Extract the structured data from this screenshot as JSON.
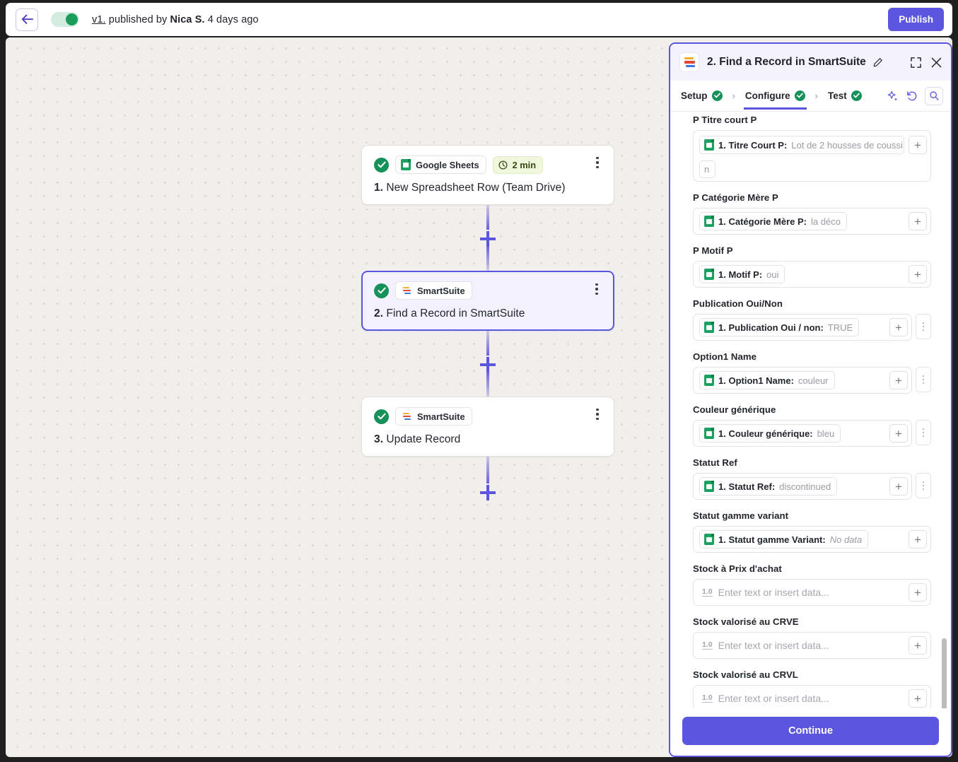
{
  "topbar": {
    "back_icon": "arrow-left-icon",
    "toggle_state": "on",
    "version": "v1.",
    "published_by": " published by ",
    "author": "Nica S.",
    "time_ago": " 4 days ago",
    "publish_label": "Publish"
  },
  "canvas": {
    "nodes": [
      {
        "status": "success",
        "app": "Google Sheets",
        "app_icon": "google-sheets-icon",
        "duration": "2 min",
        "duration_icon": "clock-icon",
        "index": "1.",
        "title": "New Spreadsheet Row (Team Drive)",
        "selected": false
      },
      {
        "status": "success",
        "app": "SmartSuite",
        "app_icon": "smartsuite-icon",
        "duration": "",
        "index": "2.",
        "title": "Find a Record in SmartSuite",
        "selected": true
      },
      {
        "status": "success",
        "app": "SmartSuite",
        "app_icon": "smartsuite-icon",
        "duration": "",
        "index": "3.",
        "title": "Update Record",
        "selected": false
      }
    ],
    "add_step_icon": "plus-icon"
  },
  "panel": {
    "logo_icon": "smartsuite-logo-icon",
    "title": "2. Find a Record in SmartSuite",
    "edit_icon": "pencil-icon",
    "expand_icon": "expand-icon",
    "close_icon": "close-icon",
    "steps": [
      {
        "label": "Setup",
        "state": "complete"
      },
      {
        "label": "Configure",
        "state": "complete"
      },
      {
        "label": "Test",
        "state": "complete"
      }
    ],
    "active_step": "Configure",
    "tools": [
      {
        "name": "ai-sparkle-icon"
      },
      {
        "name": "refresh-icon"
      },
      {
        "name": "search-icon"
      }
    ],
    "continue_label": "Continue",
    "fields": [
      {
        "label": "P Titre court P",
        "type": "token",
        "token_name": "1. Titre Court P:",
        "token_value": "Lot de 2 housses de coussi",
        "token_value_wrap": "n",
        "token_icon": "google-sheets-icon",
        "has_plus": true,
        "has_dots": false,
        "tall": true
      },
      {
        "label": "P Catégorie Mère P",
        "type": "token",
        "token_name": "1. Catégorie Mère P:",
        "token_value": "la déco",
        "token_icon": "google-sheets-icon",
        "has_plus": true,
        "has_dots": false
      },
      {
        "label": "P Motif P",
        "type": "token",
        "token_name": "1. Motif P:",
        "token_value": "oui",
        "token_icon": "google-sheets-icon",
        "has_plus": true,
        "has_dots": false
      },
      {
        "label": "Publication Oui/Non",
        "type": "token",
        "token_name": "1. Publication Oui / non:",
        "token_value": "TRUE",
        "token_icon": "google-sheets-icon",
        "has_plus": true,
        "has_dots": true
      },
      {
        "label": "Option1 Name",
        "type": "token",
        "token_name": "1. Option1 Name:",
        "token_value": "couleur",
        "token_icon": "google-sheets-icon",
        "has_plus": true,
        "has_dots": true
      },
      {
        "label": "Couleur générique",
        "type": "token",
        "token_name": "1. Couleur générique:",
        "token_value": "bleu",
        "token_icon": "google-sheets-icon",
        "has_plus": true,
        "has_dots": true
      },
      {
        "label": "Statut Ref",
        "type": "token",
        "token_name": "1. Statut Ref:",
        "token_value": "discontinued",
        "token_icon": "google-sheets-icon",
        "has_plus": true,
        "has_dots": true
      },
      {
        "label": "Statut gamme variant",
        "type": "token",
        "token_name": "1. Statut gamme Variant:",
        "token_value": "No data",
        "token_value_italic": true,
        "token_icon": "google-sheets-icon",
        "has_plus": true,
        "has_dots": false
      },
      {
        "label": "Stock à Prix d'achat",
        "type": "empty",
        "type_icon": "1.0",
        "placeholder": "Enter text or insert data...",
        "has_plus": true,
        "has_dots": false
      },
      {
        "label": "Stock valorisé au CRVE",
        "type": "empty",
        "type_icon": "1.0",
        "placeholder": "Enter text or insert data...",
        "has_plus": true,
        "has_dots": false
      },
      {
        "label": "Stock valorisé au CRVL",
        "type": "empty",
        "type_icon": "1.0",
        "placeholder": "Enter text or insert data...",
        "has_plus": true,
        "has_dots": false
      }
    ]
  },
  "colors": {
    "accent": "#5b55e0",
    "success": "#17915a",
    "canvas": "#f1efec"
  }
}
